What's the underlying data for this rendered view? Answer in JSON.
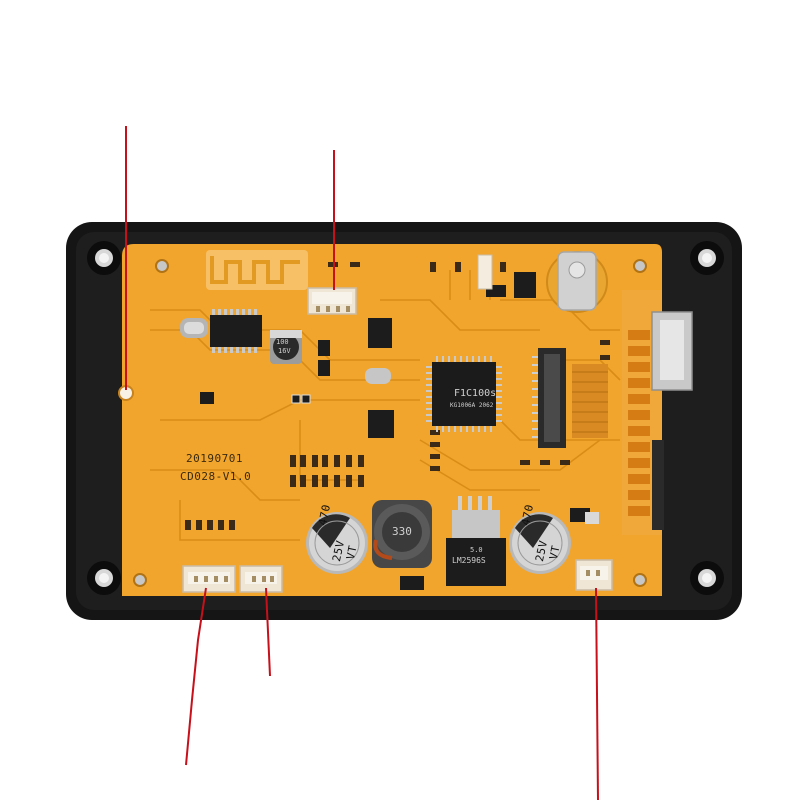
{
  "photo": {
    "subject": "PCB module in black frame with annotation lines",
    "colors": {
      "frame": "#151515",
      "pcb": "#f2a52c",
      "trace": "#d98d17",
      "annotation": "#c8101a",
      "chip": "#1c1c1c",
      "connector": "#efe6d6"
    }
  },
  "board": {
    "date_code": "20190701",
    "model": "CD028-V1.0",
    "processor_mark": "F1C100s",
    "processor_sub": "KG1006A 2062",
    "capacitor_left_value": "470",
    "capacitor_left_voltage": "25V",
    "capacitor_left_series": "VT",
    "capacitor_right_value": "470",
    "capacitor_right_voltage": "25V",
    "capacitor_right_series": "VT",
    "inductor_mark": "330",
    "regulator_mark": "LM2596S",
    "regulator_sub": "5.0",
    "battery_cap_mark": "100",
    "battery_cap_voltage": "16V"
  }
}
